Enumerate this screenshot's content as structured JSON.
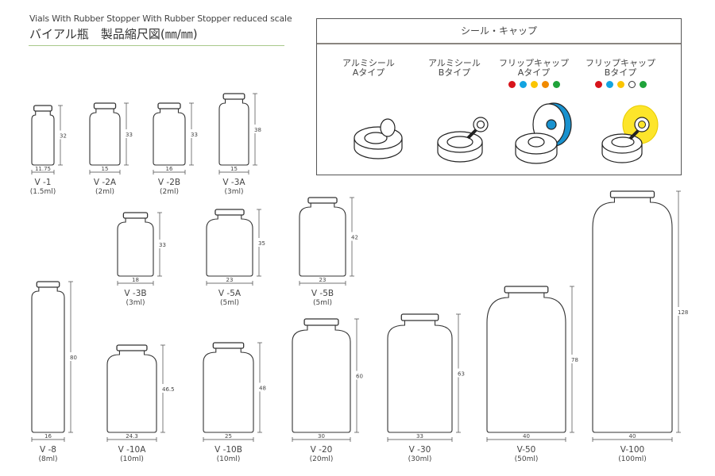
{
  "header": {
    "subtitle": "Vials With Rubber Stopper  With Rubber Stopper  reduced scale",
    "title": "バイアル瓶　製品縮尺図(㎜/㎜)"
  },
  "caps": {
    "title": "シール・キャップ",
    "items": [
      {
        "line1": "アルミシール",
        "line2": "Aタイプ",
        "colors": []
      },
      {
        "line1": "アルミシール",
        "line2": "Bタイプ",
        "colors": []
      },
      {
        "line1": "フリップキャップ",
        "line2": "Aタイプ",
        "colors": [
          "#d7141b",
          "#13a3e0",
          "#fbc500",
          "#f08a00",
          "#1fa33a"
        ],
        "accent": "#1992cf"
      },
      {
        "line1": "フリップキャップ",
        "line2": "Bタイプ",
        "colors": [
          "#d7141b",
          "#13a3e0",
          "#fbc500",
          "#ffffff",
          "#1fa33a"
        ],
        "accent": "#fde52a"
      }
    ]
  },
  "vials": [
    {
      "name": "V -1",
      "volume": "(1.5ml)",
      "height_mm": "32",
      "width_mm": "11.75"
    },
    {
      "name": "V -2A",
      "volume": "(2ml)",
      "height_mm": "33",
      "width_mm": "15"
    },
    {
      "name": "V -2B",
      "volume": "(2ml)",
      "height_mm": "33",
      "width_mm": "16"
    },
    {
      "name": "V -3A",
      "volume": "(3ml)",
      "height_mm": "38",
      "width_mm": "15"
    },
    {
      "name": "V -3B",
      "volume": "(3ml)",
      "height_mm": "33",
      "width_mm": "18"
    },
    {
      "name": "V -5A",
      "volume": "(5ml)",
      "height_mm": "35",
      "width_mm": "23"
    },
    {
      "name": "V -5B",
      "volume": "(5ml)",
      "height_mm": "42",
      "width_mm": "23"
    },
    {
      "name": "V -8",
      "volume": "(8ml)",
      "height_mm": "80",
      "width_mm": "16"
    },
    {
      "name": "V -10A",
      "volume": "(10ml)",
      "height_mm": "46.5",
      "width_mm": "24.3"
    },
    {
      "name": "V -10B",
      "volume": "(10ml)",
      "height_mm": "48",
      "width_mm": "25"
    },
    {
      "name": "V -20",
      "volume": "(20ml)",
      "height_mm": "60",
      "width_mm": "30"
    },
    {
      "name": "V -30",
      "volume": "(30ml)",
      "height_mm": "63",
      "width_mm": "33"
    },
    {
      "name": "V-50",
      "volume": "(50ml)",
      "height_mm": "78",
      "width_mm": "40"
    },
    {
      "name": "V-100",
      "volume": "(100ml)",
      "height_mm": "128",
      "width_mm": "40"
    }
  ]
}
